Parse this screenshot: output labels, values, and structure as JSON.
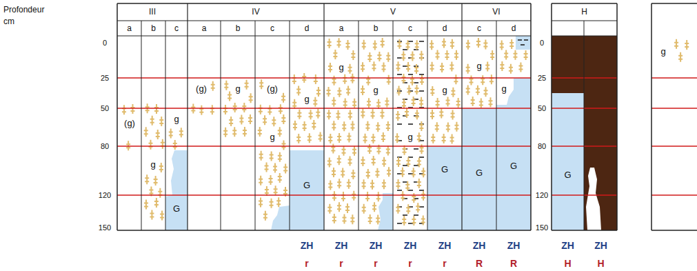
{
  "diagram": {
    "labels": [
      "Profondeur",
      "cm",
      "III",
      "IV",
      "V",
      "VI",
      "H",
      "a",
      "b",
      "c",
      "a",
      "b",
      "c",
      "d",
      "a",
      "b",
      "c",
      "d",
      "c",
      "d",
      "0",
      "25",
      "50",
      "80",
      "120",
      "150",
      "0",
      "25",
      "50",
      "80",
      "120",
      "150",
      "(g)",
      "g",
      "g",
      "G",
      "(g)",
      "g",
      "(g)",
      "g",
      "g",
      "G",
      "g",
      "g",
      "g",
      "g",
      "G",
      "g",
      "G",
      "g",
      "G",
      "G",
      "g",
      "ZH",
      "ZH",
      "ZH",
      "ZH",
      "ZH",
      "ZH",
      "ZH",
      "ZH",
      "ZH",
      "r",
      "r",
      "r",
      "r",
      "r",
      "R",
      "R",
      "H",
      "H"
    ]
  }
}
